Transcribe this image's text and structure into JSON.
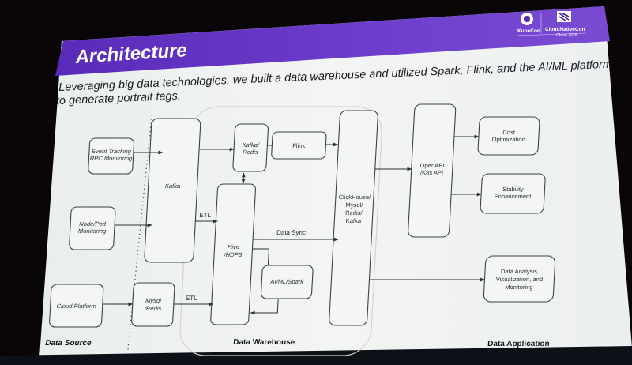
{
  "slide": {
    "title": "Architecture",
    "subtitle_line1": "Leveraging big data technologies, we built a data warehouse and utilized Spark, Flink, and the AI/ML platform",
    "subtitle_line2": "to generate portrait tags.",
    "colors": {
      "header": "#6a3bc6",
      "header_dark": "#4d22a8",
      "background": "#eef1f0",
      "line": "#2b3034"
    }
  },
  "logos": {
    "kubecon": {
      "label": "KubeCon",
      "icon": "kubernetes-helm-icon"
    },
    "cloudnativecon": {
      "label": "CloudNativeCon",
      "icon": "cncf-icon"
    },
    "event": "China 2020"
  },
  "sections": {
    "data_source": "Data Source",
    "data_warehouse": "Data Warehouse",
    "data_application": "Data Application"
  },
  "nodes": {
    "event_tracking": {
      "line1": "Event Tracking",
      "line2": "RPC Monitoring"
    },
    "node_pod": {
      "line1": "Node/Pod",
      "line2": "Monitoring"
    },
    "cloud_platform": {
      "line1": "Cloud Platform"
    },
    "kafka": {
      "line1": "Kafka"
    },
    "mysql_redis": {
      "line1": "Mysql",
      "line2": "/Redis"
    },
    "kafka_redis": {
      "line1": "Kafka/",
      "line2": "Redis"
    },
    "flink": {
      "line1": "Flink"
    },
    "hive_hdfs": {
      "line1": "Hive",
      "line2": "/HDFS"
    },
    "aiml_spark": {
      "line1": "AI/ML/Spark"
    },
    "clickhouse": {
      "line1": "ClickHouse/",
      "line2": "Mysql/",
      "line3": "Redis/",
      "line4": "Kafka"
    },
    "openapi": {
      "line1": "OpenAPI",
      "line2": "/K8s API"
    },
    "cost": {
      "line1": "Cost",
      "line2": "Optimization"
    },
    "stability": {
      "line1": "Stability",
      "line2": "Enhancement"
    },
    "analysis": {
      "line1": "Data Analysis,",
      "line2": "Visualization, and",
      "line3": "Monitoring"
    }
  },
  "edges": {
    "etl_kafka_hive": "ETL",
    "etl_mysql_hive": "ETL",
    "data_sync": "Data Sync"
  }
}
